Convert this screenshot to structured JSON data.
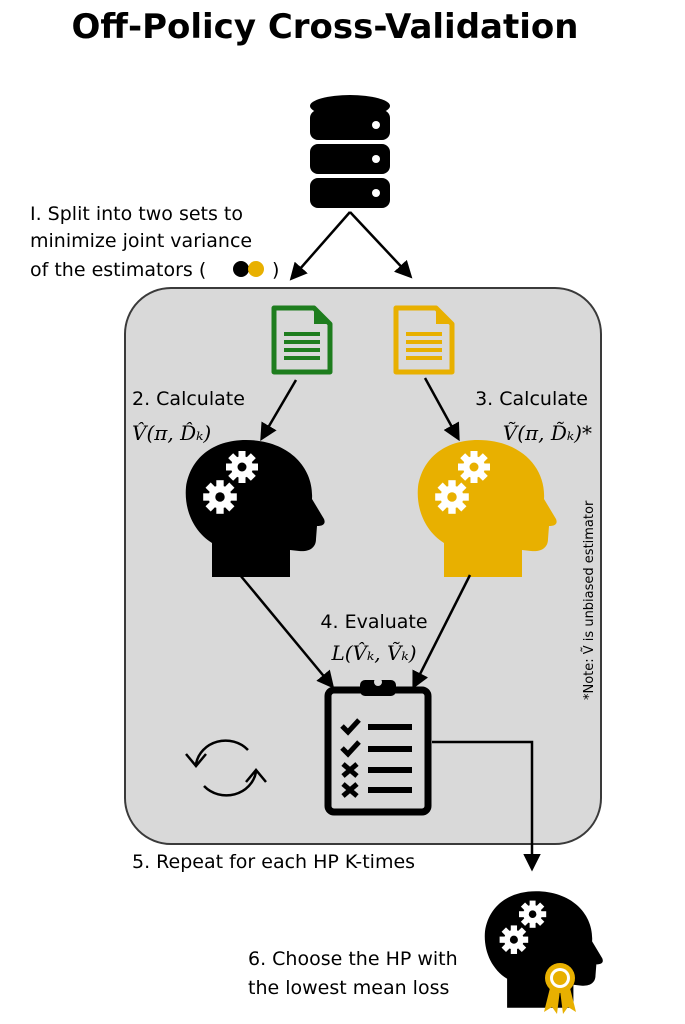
{
  "title": "Off-Policy Cross-Validation",
  "steps": {
    "step1": [
      "I. Split into two sets to",
      "minimize joint variance",
      "of the estimators ("
    ],
    "step1_close": ")",
    "step2_label": "2. Calculate",
    "step2_formula": "V̂(π, D̂ₖ)",
    "step3_label": "3. Calculate",
    "step3_formula": "Ṽ(π, D̃ₖ)*",
    "step4_label": "4. Evaluate",
    "step4_formula": "L(V̂ₖ, Ṽₖ)",
    "step5": "5. Repeat for each HP K-times",
    "step6": [
      "6. Choose the HP with",
      "the lowest mean loss"
    ]
  },
  "note": "*Note: Ṽ is unbiased estimator",
  "icons": [
    "database-icon",
    "green-document-icon",
    "yellow-document-icon",
    "black-head-gears-icon",
    "yellow-head-gears-icon",
    "checklist-clipboard-icon",
    "cycle-arrows-icon",
    "winner-head-icon",
    "award-medal-icon"
  ],
  "colors": {
    "green": "#1e7d1e",
    "yellow": "#e8b000",
    "panel": "#d9d9d9",
    "panel_border": "#3a3a3a",
    "black": "#000000"
  }
}
